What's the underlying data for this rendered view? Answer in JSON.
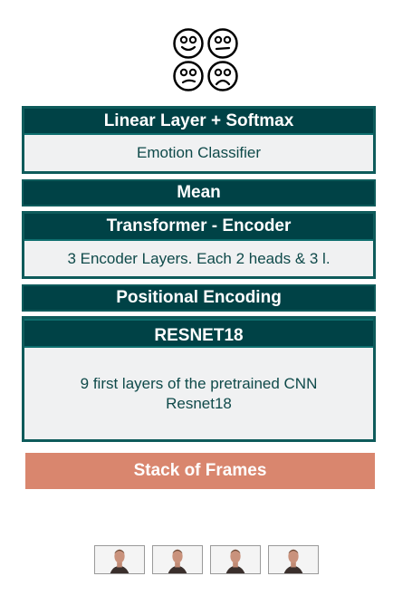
{
  "icons": {
    "emotions": [
      "happy-face-icon",
      "neutral-face-icon",
      "sad-face-icon",
      "frowning-face-icon"
    ]
  },
  "blocks": {
    "classifier": {
      "title": "Linear Layer + Softmax",
      "body": "Emotion Classifier"
    },
    "mean": {
      "title": "Mean"
    },
    "encoder": {
      "title": "Transformer - Encoder",
      "body": "3 Encoder Layers. Each 2 heads & 3 l."
    },
    "positional": {
      "title": "Positional Encoding"
    },
    "resnet": {
      "title": "RESNET18",
      "body_line1": "9 first layers of the pretrained CNN",
      "body_line2": "Resnet18"
    },
    "frames": {
      "title": "Stack of Frames"
    }
  },
  "colors": {
    "header_bg": "#004246",
    "border": "#0e5b5b",
    "body_bg": "#f0f1f2",
    "body_text": "#0f4a4a",
    "stack_bg": "#d9866e"
  },
  "frames_count": 4
}
